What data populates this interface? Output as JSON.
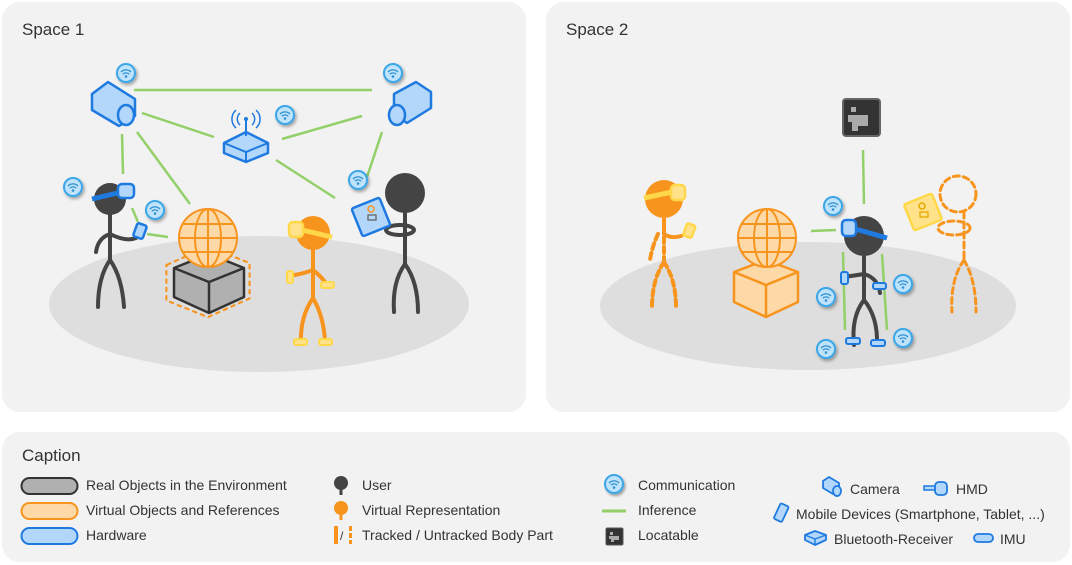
{
  "spaces": [
    {
      "title": "Space 1"
    },
    {
      "title": "Space 2"
    }
  ],
  "caption": {
    "title": "Caption",
    "object_types": [
      {
        "label": "Real Objects in the Environment",
        "fill": "#b0b0b0",
        "stroke": "#333333"
      },
      {
        "label": "Virtual Objects and References",
        "fill": "#fdd9a8",
        "stroke": "#f7941d"
      },
      {
        "label": "Hardware",
        "fill": "#b3d7fb",
        "stroke": "#1f7ae0"
      }
    ],
    "person_types": [
      {
        "label": "User",
        "icon": "user-pin-icon",
        "color": "#444444"
      },
      {
        "label": "Virtual Representation",
        "icon": "virtual-pin-icon",
        "color": "#f7941d"
      },
      {
        "label": "Tracked / Untracked Body Part",
        "icon": "tracked-untracked-icon",
        "color": "#f7941d"
      }
    ],
    "relations": [
      {
        "label": "Communication",
        "icon": "wifi-icon"
      },
      {
        "label": "Inference",
        "icon": "inference-line-icon",
        "color": "#94d06a"
      },
      {
        "label": "Locatable",
        "icon": "marker-icon"
      }
    ],
    "hardware": [
      {
        "label": "Camera",
        "icon": "camera-icon"
      },
      {
        "label": "HMD",
        "icon": "hmd-icon"
      },
      {
        "label": "Mobile Devices (Smartphone, Tablet, ...)",
        "icon": "mobile-device-icon"
      },
      {
        "label": "Bluetooth-Receiver",
        "icon": "bluetooth-receiver-icon"
      },
      {
        "label": "IMU",
        "icon": "imu-icon"
      }
    ]
  },
  "colors": {
    "panel_bg": "#f2f2f2",
    "floor": "#dedede",
    "hardware_fill": "#b3d7fb",
    "hardware_stroke": "#1f7ae0",
    "virtual_orange": "#f7941d",
    "virtual_fill": "#fdd9a8",
    "virtual_yellow": "#ffd84a",
    "real_gray": "#b0b0b0",
    "user_dark": "#444444",
    "inference_green": "#94d06a",
    "wifi_blue": "#3aa6e8"
  }
}
